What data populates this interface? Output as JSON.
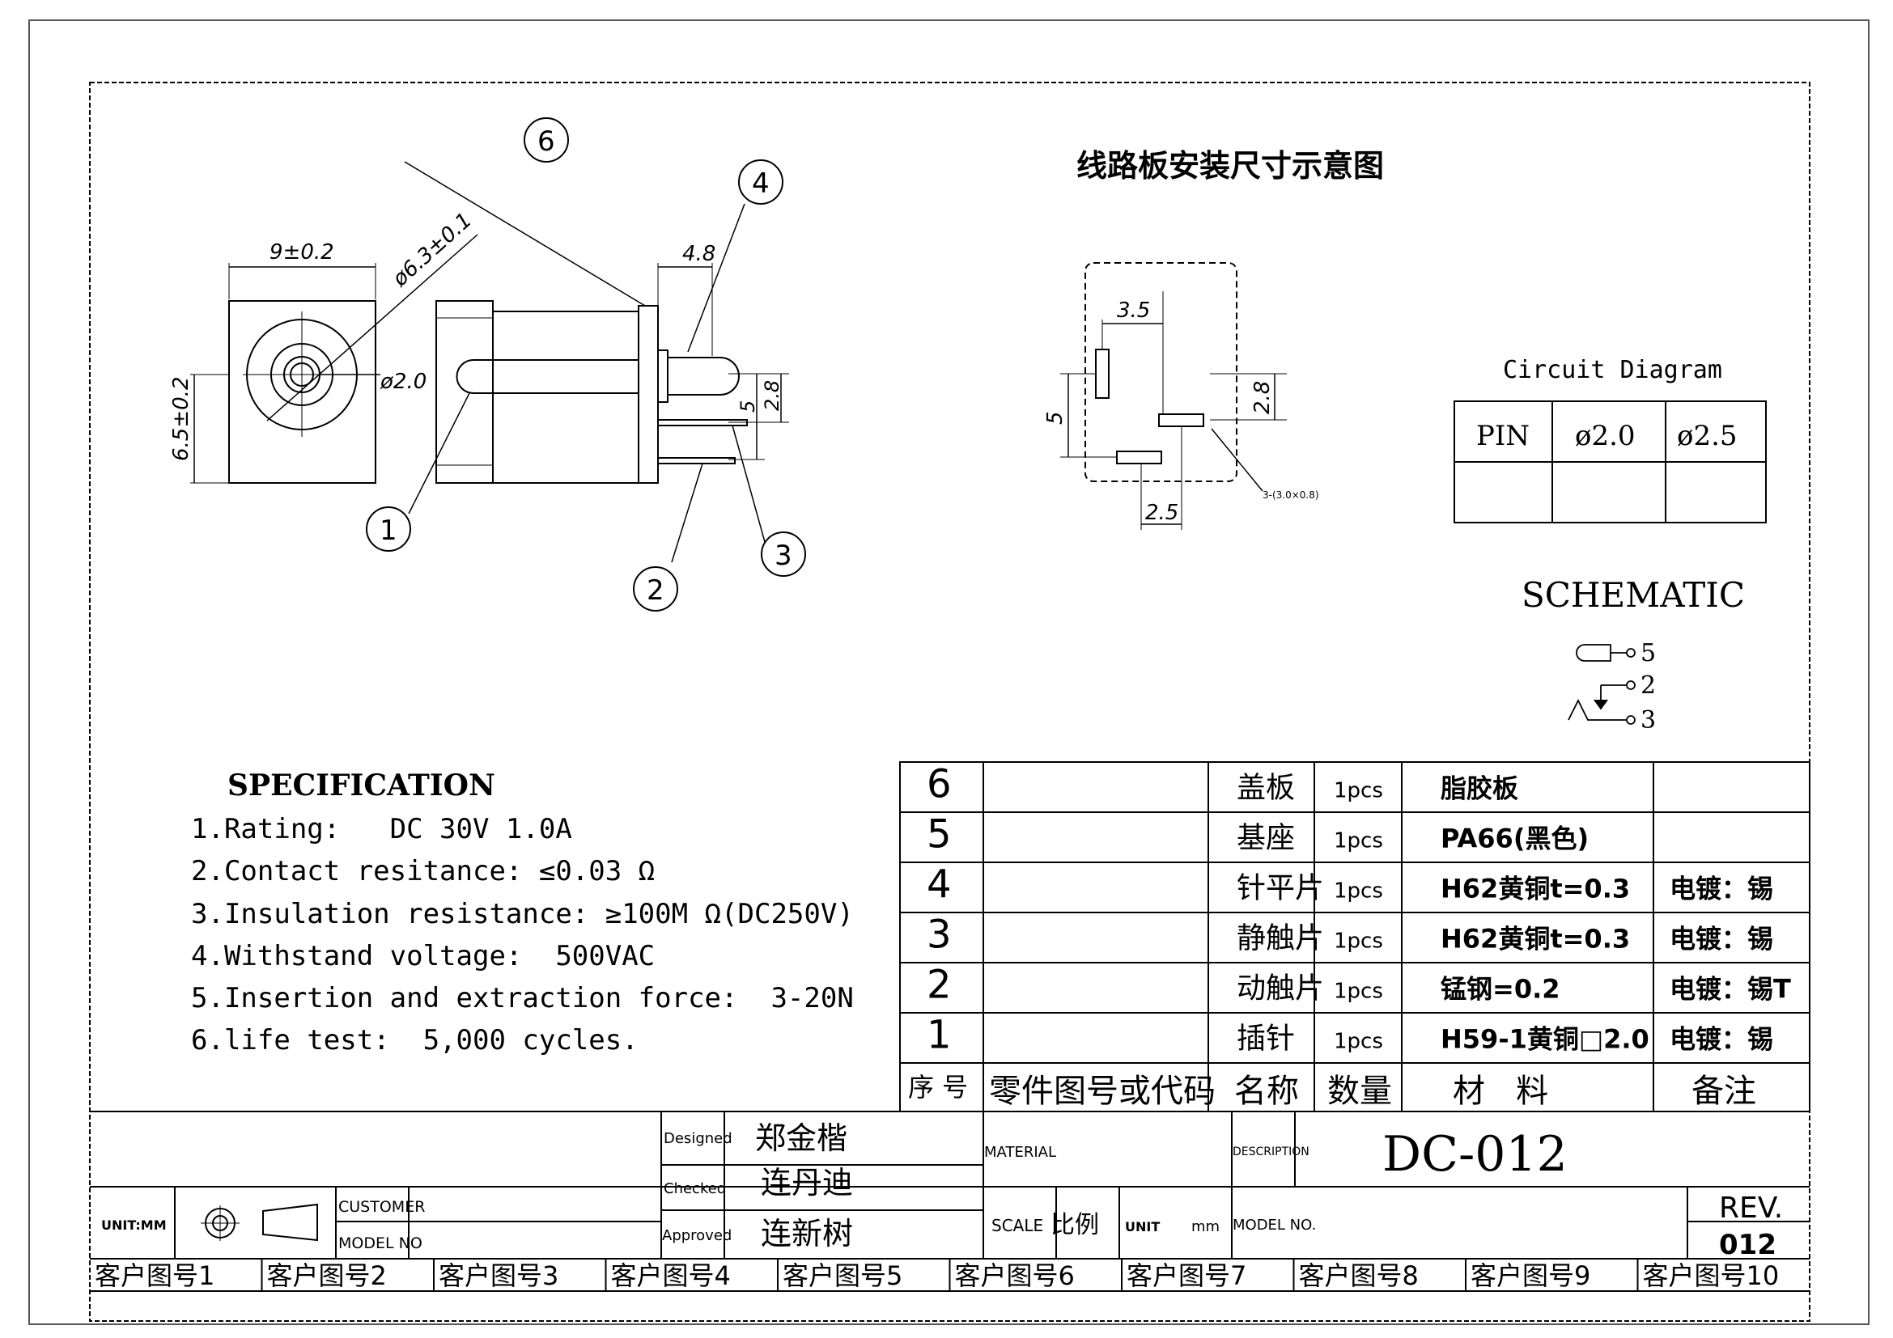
{
  "pcb": {
    "title": "线路板安装尺寸示意图",
    "dim_3_5": "3.5",
    "dim_5": "5",
    "dim_2_8": "2.8",
    "dim_2_5": "2.5",
    "slot_note": "3-(3.0×0.8)"
  },
  "front_view": {
    "width": "9±0.2",
    "height": "6.5±0.2",
    "outer_dia": "ø6.3±0.1",
    "pin_dia": "ø2.0"
  },
  "side_view": {
    "dim_4_8": "4.8",
    "dim_5": "5",
    "dim_2_8": "2.8"
  },
  "balloons": [
    "1",
    "2",
    "3",
    "4",
    "6"
  ],
  "circuit": {
    "title": "Circuit Diagram",
    "headers": [
      "PIN",
      "ø2.0",
      "ø2.5"
    ],
    "row": [
      "",
      "",
      ""
    ]
  },
  "schematic": {
    "title": "SCHEMATIC",
    "pins": [
      "5",
      "2",
      "3"
    ]
  },
  "spec": {
    "title": "SPECIFICATION",
    "lines": [
      "1.Rating:   DC 30V 1.0A",
      "2.Contact resitance: ≤0.03 Ω",
      "3.Insulation resistance: ≥100M Ω(DC250V)",
      "4.Withstand voltage:  500VAC",
      "5.Insertion and extraction force:  3-20N",
      "6.life test:  5,000 cycles."
    ]
  },
  "bom": {
    "rows": [
      {
        "no": "6",
        "code": "",
        "name": "盖板",
        "qty": "1pcs",
        "material": "脂胶板",
        "note": ""
      },
      {
        "no": "5",
        "code": "",
        "name": "基座",
        "qty": "1pcs",
        "material": "PA66(黑色)",
        "note": ""
      },
      {
        "no": "4",
        "code": "",
        "name": "针平片",
        "qty": "1pcs",
        "material": "H62黄铜t=0.3",
        "note": "电镀：锡"
      },
      {
        "no": "3",
        "code": "",
        "name": "静触片",
        "qty": "1pcs",
        "material": "H62黄铜t=0.3",
        "note": "电镀：锡"
      },
      {
        "no": "2",
        "code": "",
        "name": "动触片",
        "qty": "1pcs",
        "material": "锰钢=0.2",
        "note": "电镀：锡T"
      },
      {
        "no": "1",
        "code": "",
        "name": "插针",
        "qty": "1pcs",
        "material": "H59-1黄铜□2.0",
        "note": "电镀：锡"
      }
    ],
    "header": {
      "no": "序 号",
      "code": "零件图号或代码",
      "name": "名称",
      "qty": "数量",
      "material": "材   料",
      "note": "备注"
    }
  },
  "title_block": {
    "designed_label": "Designed",
    "designed": "郑金楷",
    "checked_label": "Checked",
    "checked": "连丹迪",
    "approved_label": "Approved",
    "approved": "连新树",
    "material_label": "MATERIAL",
    "description_label": "DESCRIPTION",
    "description": "DC-012",
    "unit_label": "UNIT:MM",
    "customer_label": "CUSTOMER",
    "model_no_label": "MODEL NO",
    "scale_label": "SCALE",
    "scale_value": "比例",
    "unit2_label": "UNIT",
    "unit2_value": "mm",
    "model_label": "MODEL NO.",
    "rev_label": "REV.",
    "rev_value": "012"
  },
  "customer_numbers": [
    "客户图号1",
    "客户图号2",
    "客户图号3",
    "客户图号4",
    "客户图号5",
    "客户图号6",
    "客户图号7",
    "客户图号8",
    "客户图号9",
    "客户图号10"
  ]
}
